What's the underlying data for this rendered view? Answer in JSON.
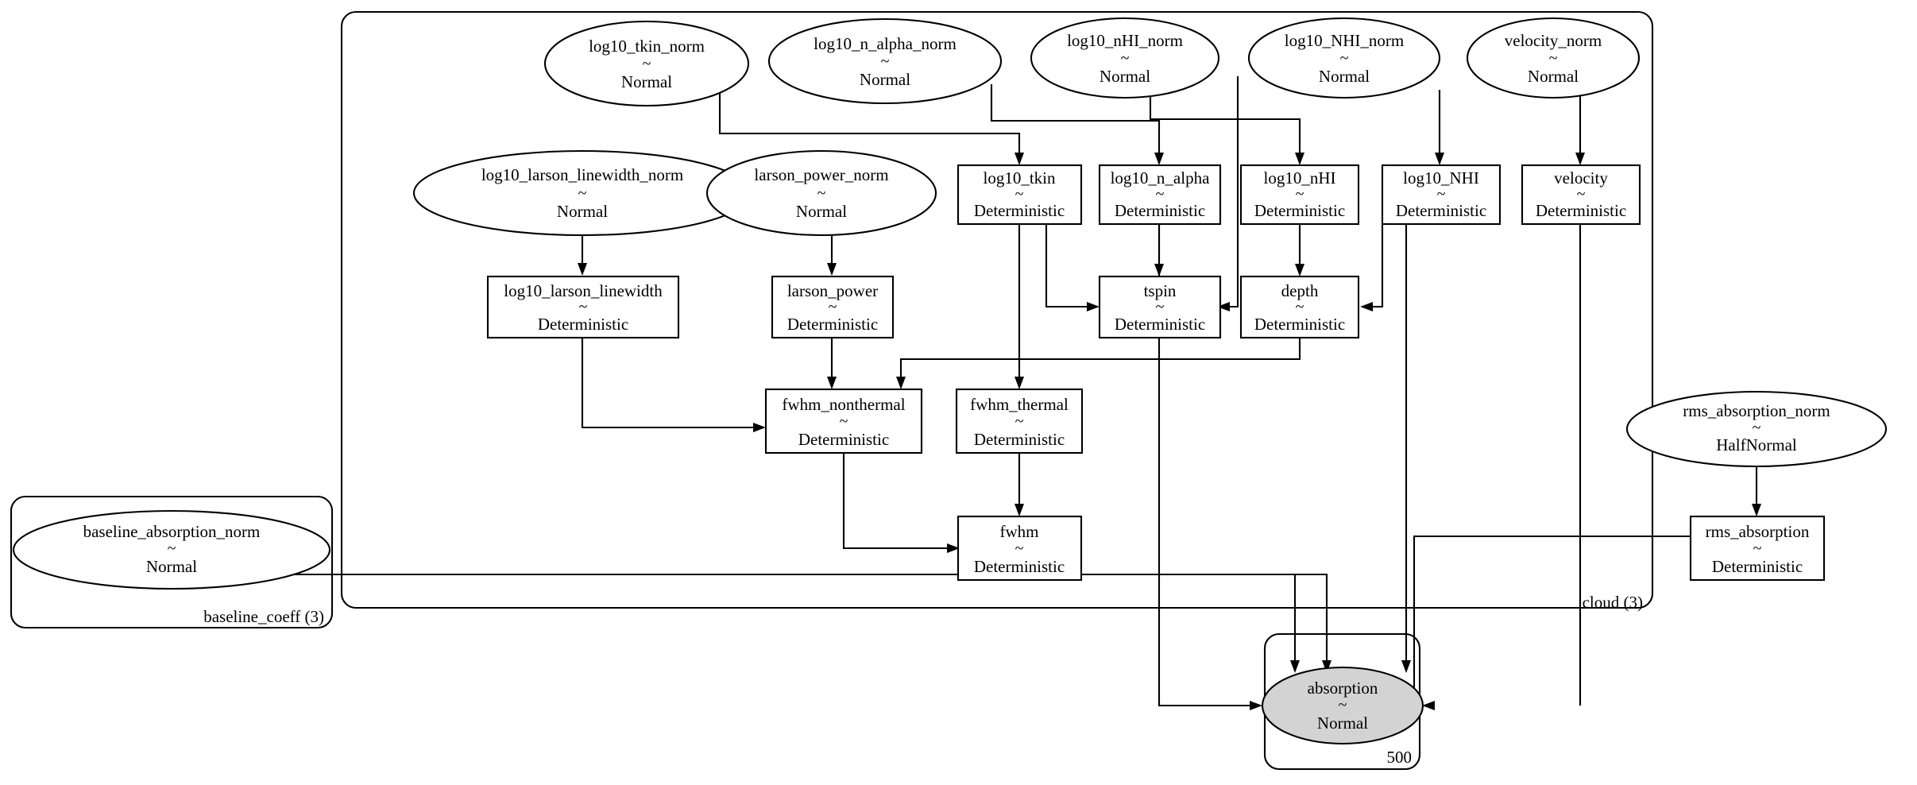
{
  "diagram": {
    "title": "PyMC model graph",
    "type": "probabilistic-graphical-model",
    "background_color": "#ffffff",
    "line_color": "#000000",
    "observed_fill": "#d3d3d3",
    "unobserved_fill": "#ffffff",
    "tilde": "~"
  },
  "plates": [
    {
      "id": "baseline_coeff",
      "label": "baseline_coeff (3)"
    },
    {
      "id": "cloud",
      "label": "cloud (3)"
    },
    {
      "id": "obs",
      "label": "500"
    }
  ],
  "nodes": [
    {
      "id": "log10_tkin_norm",
      "name": "log10_tkin_norm",
      "dist": "Normal",
      "shape": "ellipse",
      "observed": false
    },
    {
      "id": "log10_n_alpha_norm",
      "name": "log10_n_alpha_norm",
      "dist": "Normal",
      "shape": "ellipse",
      "observed": false
    },
    {
      "id": "log10_nHI_norm",
      "name": "log10_nHI_norm",
      "dist": "Normal",
      "shape": "ellipse",
      "observed": false
    },
    {
      "id": "log10_NHI_norm",
      "name": "log10_NHI_norm",
      "dist": "Normal",
      "shape": "ellipse",
      "observed": false
    },
    {
      "id": "velocity_norm",
      "name": "velocity_norm",
      "dist": "Normal",
      "shape": "ellipse",
      "observed": false
    },
    {
      "id": "log10_larson_linewidth_norm",
      "name": "log10_larson_linewidth_norm",
      "dist": "Normal",
      "shape": "ellipse",
      "observed": false
    },
    {
      "id": "larson_power_norm",
      "name": "larson_power_norm",
      "dist": "Normal",
      "shape": "ellipse",
      "observed": false
    },
    {
      "id": "log10_tkin",
      "name": "log10_tkin",
      "dist": "Deterministic",
      "shape": "rect",
      "observed": false
    },
    {
      "id": "log10_n_alpha",
      "name": "log10_n_alpha",
      "dist": "Deterministic",
      "shape": "rect",
      "observed": false
    },
    {
      "id": "log10_nHI",
      "name": "log10_nHI",
      "dist": "Deterministic",
      "shape": "rect",
      "observed": false
    },
    {
      "id": "log10_NHI",
      "name": "log10_NHI",
      "dist": "Deterministic",
      "shape": "rect",
      "observed": false
    },
    {
      "id": "velocity",
      "name": "velocity",
      "dist": "Deterministic",
      "shape": "rect",
      "observed": false
    },
    {
      "id": "log10_larson_linewidth",
      "name": "log10_larson_linewidth",
      "dist": "Deterministic",
      "shape": "rect",
      "observed": false
    },
    {
      "id": "larson_power",
      "name": "larson_power",
      "dist": "Deterministic",
      "shape": "rect",
      "observed": false
    },
    {
      "id": "tspin",
      "name": "tspin",
      "dist": "Deterministic",
      "shape": "rect",
      "observed": false
    },
    {
      "id": "depth",
      "name": "depth",
      "dist": "Deterministic",
      "shape": "rect",
      "observed": false
    },
    {
      "id": "fwhm_nonthermal",
      "name": "fwhm_nonthermal",
      "dist": "Deterministic",
      "shape": "rect",
      "observed": false
    },
    {
      "id": "fwhm_thermal",
      "name": "fwhm_thermal",
      "dist": "Deterministic",
      "shape": "rect",
      "observed": false
    },
    {
      "id": "fwhm",
      "name": "fwhm",
      "dist": "Deterministic",
      "shape": "rect",
      "observed": false
    },
    {
      "id": "baseline_absorption_norm",
      "name": "baseline_absorption_norm",
      "dist": "Normal",
      "shape": "ellipse",
      "observed": false
    },
    {
      "id": "rms_absorption_norm",
      "name": "rms_absorption_norm",
      "dist": "HalfNormal",
      "shape": "ellipse",
      "observed": false
    },
    {
      "id": "rms_absorption",
      "name": "rms_absorption",
      "dist": "Deterministic",
      "shape": "rect",
      "observed": false
    },
    {
      "id": "absorption",
      "name": "absorption",
      "dist": "Normal",
      "shape": "ellipse",
      "observed": true
    }
  ],
  "edges": [
    {
      "from": "log10_tkin_norm",
      "to": "log10_tkin"
    },
    {
      "from": "log10_n_alpha_norm",
      "to": "log10_n_alpha"
    },
    {
      "from": "log10_nHI_norm",
      "to": "log10_nHI"
    },
    {
      "from": "log10_NHI_norm",
      "to": "log10_NHI"
    },
    {
      "from": "velocity_norm",
      "to": "velocity"
    },
    {
      "from": "log10_larson_linewidth_norm",
      "to": "log10_larson_linewidth"
    },
    {
      "from": "larson_power_norm",
      "to": "larson_power"
    },
    {
      "from": "log10_tkin",
      "to": "tspin"
    },
    {
      "from": "log10_tkin",
      "to": "fwhm_thermal"
    },
    {
      "from": "log10_n_alpha",
      "to": "tspin"
    },
    {
      "from": "log10_nHI",
      "to": "tspin"
    },
    {
      "from": "log10_nHI",
      "to": "depth"
    },
    {
      "from": "log10_NHI",
      "to": "depth"
    },
    {
      "from": "log10_NHI",
      "to": "absorption"
    },
    {
      "from": "velocity",
      "to": "absorption"
    },
    {
      "from": "tspin",
      "to": "absorption"
    },
    {
      "from": "depth",
      "to": "fwhm_nonthermal"
    },
    {
      "from": "log10_larson_linewidth",
      "to": "fwhm_nonthermal"
    },
    {
      "from": "larson_power",
      "to": "fwhm_nonthermal"
    },
    {
      "from": "fwhm_nonthermal",
      "to": "fwhm"
    },
    {
      "from": "fwhm_thermal",
      "to": "fwhm"
    },
    {
      "from": "fwhm",
      "to": "absorption"
    },
    {
      "from": "baseline_absorption_norm",
      "to": "absorption"
    },
    {
      "from": "rms_absorption_norm",
      "to": "rms_absorption"
    },
    {
      "from": "rms_absorption",
      "to": "absorption"
    }
  ]
}
